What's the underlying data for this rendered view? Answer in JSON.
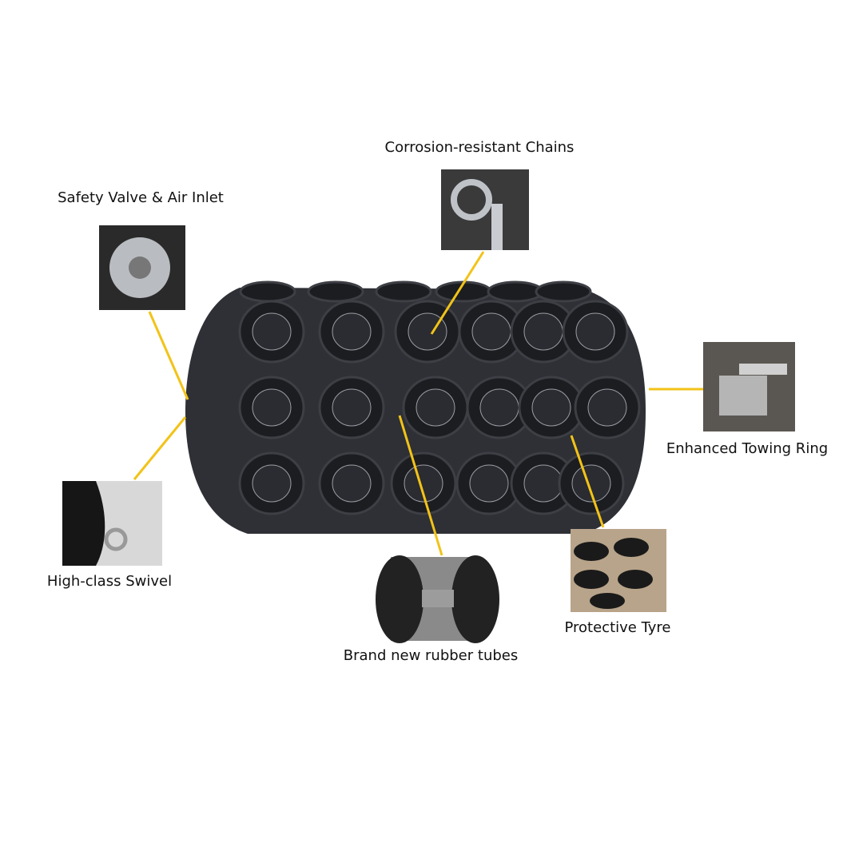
{
  "colors": {
    "leader_line": "#f2c318",
    "fender": "#2e3036",
    "tyre": "#1c1d21"
  },
  "callouts": [
    {
      "label": "Corrosion-resistant Chains",
      "icon": "chain-photo"
    },
    {
      "label": "Safety Valve & Air Inlet",
      "icon": "valve-photo"
    },
    {
      "label": "Enhanced Towing Ring",
      "icon": "towing-ring-photo"
    },
    {
      "label": "High-class Swivel",
      "icon": "swivel-photo"
    },
    {
      "label": "Brand new rubber tubes",
      "icon": "rubber-tube-photo"
    },
    {
      "label": "Protective Tyre",
      "icon": "tyre-photo"
    }
  ]
}
